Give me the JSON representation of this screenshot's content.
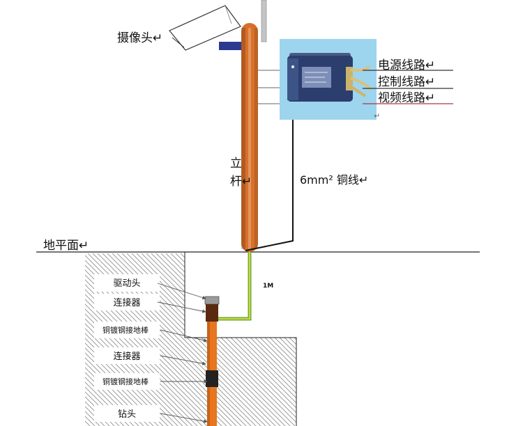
{
  "camera_label": "摄像头↵",
  "protector_lines": [
    {
      "label": "电源线路↵"
    },
    {
      "label": "控制线路↵"
    },
    {
      "label": "视频线路↵"
    }
  ],
  "protector_box_mark": "↵",
  "pole_label": [
    "立",
    "杆↵"
  ],
  "copper_wire_label": "6mm² 铜线↵",
  "ground_plane_label": "地平面↵",
  "ground_wire_length": "1M",
  "rod_parts": [
    {
      "label": "驱动头"
    },
    {
      "label": "连接器"
    },
    {
      "label": "铜镀钢接地棒"
    },
    {
      "label": "连接器"
    },
    {
      "label": "铜镀钢接地棒"
    },
    {
      "label": "钻头"
    }
  ],
  "colors": {
    "pole": "#d8702a",
    "antenna": "#c4c4c4",
    "bracket": "#2b3a8f",
    "protector_panel": "#9dd5ef",
    "protector_device": "#2b3e6e",
    "power_line": "#333333",
    "control_line": "#333333",
    "video_line": "#a83a3a",
    "copper_wire": "#111111",
    "ground_wire": "#6fae34",
    "ground_rod": "#e8761e",
    "drive_head": "#9a9a9a",
    "connector_upper": "#5a2a10",
    "connector_lower": "#222222"
  }
}
